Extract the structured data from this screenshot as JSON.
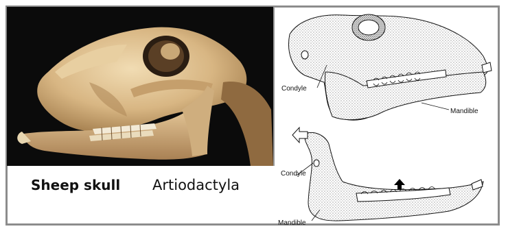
{
  "photo": {
    "alt": "sheep-skull-photo"
  },
  "caption": {
    "title": "Sheep skull",
    "order": "Artiodactyla"
  },
  "drawing": {
    "labels": {
      "condyle_top": "Condyle",
      "mandible_top": "Mandible",
      "condyle_bottom": "Condyle",
      "mandible_bottom": "Mandible"
    }
  },
  "colors": {
    "frame": "#8c8c8c",
    "photo_background": "#0b0b0b",
    "bone": "#d9b98a"
  }
}
